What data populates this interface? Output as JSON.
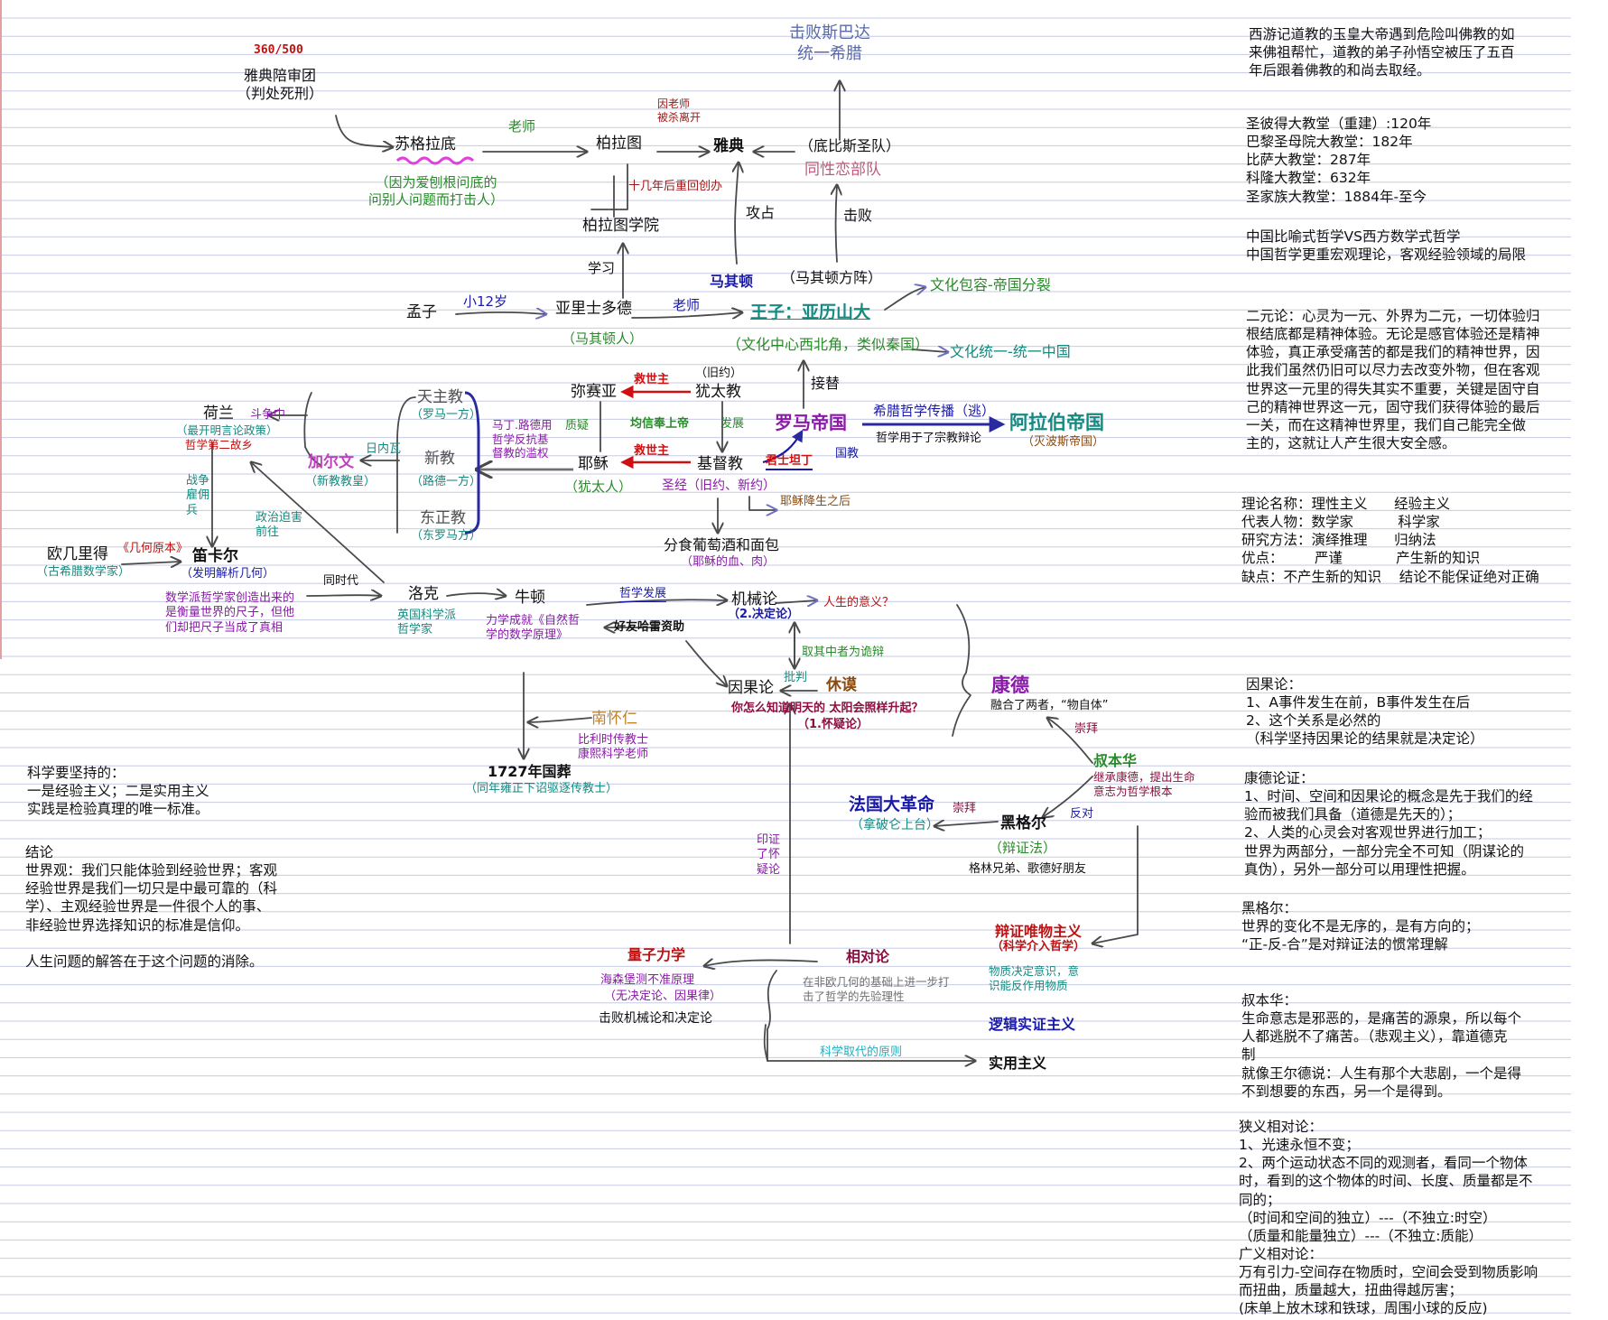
{
  "colors": {
    "ruled_line": "#c6cbe4",
    "margin_line": "#e2a0a0",
    "pen_gray": "#4a4a4a",
    "red": "#d01010",
    "dark_red": "#a01818",
    "green": "#2a8a2a",
    "teal": "#158a80",
    "blue": "#1a1aa8",
    "purple": "#8a1aa8",
    "brown": "#8a4a10",
    "pink": "#c0306a"
  },
  "diagram": {
    "score": "360/500",
    "athens_jury": "雅典陪审团\n（判处死刑）",
    "socrates": "苏格拉底",
    "socrates_reason": "（因为爱刨根问底的\n问别人问题而打击人）",
    "label_teacher_1": "老师",
    "plato": "柏拉图",
    "athens": "雅典",
    "plato_left_note": "因老师\n被杀离开",
    "plato_return_note": "十几年后重回创办",
    "plato_academy": "柏拉图学院",
    "defeat_sparta": "击败斯巴达\n统一希腊",
    "thebes": "（底比斯圣队）",
    "sacred_band": "同性恋部队",
    "label_occupy": "攻占",
    "label_defeat": "击败",
    "label_study": "学习",
    "macedon": "马其顿",
    "phalanx": "（马其顿方阵）",
    "mencius": "孟子",
    "label_younger": "小12岁",
    "aristotle": "亚里士多德",
    "macedonian": "（马其顿人）",
    "label_teacher_2": "老师",
    "alexander": "王子：亚历山大",
    "cultural_tolerance": "文化包容-帝国分裂",
    "cultural_center": "（文化中心西北角，类似秦国）",
    "cultural_unify": "文化统一-统一中国",
    "old_testament": "（旧约）",
    "savior_1": "救世主",
    "savior_2": "救世主",
    "messiah": "弥赛亚",
    "judaism": "犹太教",
    "label_replace": "接替",
    "label_believe": "均信奉上帝",
    "label_develop": "发展",
    "label_question": "质疑",
    "jesus": "耶稣",
    "jewish": "（犹太人）",
    "christianity": "基督教",
    "constantine": "君士坦丁",
    "label_state_religion": "国教",
    "roman_empire": "罗马帝国",
    "greek_spread": "希腊哲学传播（逃）",
    "greek_usage": "哲学用于了宗教辩论",
    "arab_empire": "阿拉伯帝国",
    "byzantine": "（灭波斯帝国）",
    "bible": "圣经（旧约、新约）",
    "after_jesus": "耶稣降生之后",
    "communion": "分食葡萄酒和面包",
    "communion_note": "（耶稣的血、肉）",
    "catholic": "天主教",
    "catholic_note": "（罗马一方）",
    "protestant": "新教",
    "protestant_note": "（路德一方）",
    "orthodox": "东正教",
    "orthodox_note": "（东罗马方）",
    "luther_note": "马丁.路德用\n哲学反抗基\n督教的滥权",
    "netherlands": "荷兰",
    "netherlands_note": "（最开明言论政策）",
    "netherlands_note2": "哲学第二故乡",
    "label_struggle": "斗争中",
    "calvin": "加尔文",
    "calvin_note": "（新教教皇）",
    "label_sun": "日内瓦",
    "war_mercenary": "战争\n雇佣\n兵",
    "political": "政治迫害\n前往",
    "euclid": "欧几里得",
    "euclid_note": "（古希腊数学家）",
    "elements": "《几何原本》",
    "descartes": "笛卡尔",
    "descartes_note": "（发明解析几何）",
    "label_same_time": "同时代",
    "math_school_note": "数学派哲学家创造出来的\n是衡量世界的尺子，但他\n们却把尺子当成了真相",
    "locke": "洛克",
    "locke_note": "英国科学派\n哲学家",
    "newton": "牛顿",
    "newton_note": "力学成就《自然哲\n学的数学原理》",
    "halley": "好友哈雷资助",
    "label_science_dev": "哲学发展",
    "mechanism": "机械论",
    "mechanism_note": "（2.决定论）",
    "meaning_of_life": "人生的意义？",
    "compromise": "取其中者为诡辩",
    "label_criticize": "批判",
    "causality": "因果论",
    "hume": "休谟",
    "hume_question": "你怎么知道明天的 太阳会照样升起？",
    "hume_note": "（1.怀疑论）",
    "kant": "康德",
    "kant_note": "融合了两者，“物自体”",
    "nan_huairen": "南怀仁",
    "nan_note": "比利时传教士\n康熙科学老师",
    "burial": "1727年国葬",
    "burial_note": "（同年雍正下诏驱逐传教士）",
    "schopenhauer": "叔本华",
    "schopenhauer_note": "继承康德，提出生命\n意志为哲学根本",
    "label_worship_1": "崇拜",
    "french_revolution": "法国大革命",
    "napoleon": "（拿破仑上台）",
    "label_worship_2": "崇拜",
    "hegel": "黑格尔",
    "label_oppose": "反对",
    "dialectic": "（辩证法）",
    "grimm": "格林兄弟、歌德好朋友",
    "verify_doubt": "印证\n了怀\n疑论",
    "quantum": "量子力学",
    "heisenberg": "海森堡测不准原理",
    "no_determinism": "（无决定论、因果律）",
    "defeat_mechanism": "击败机械论和决定论",
    "relativity": "相对论",
    "relativity_note": "在非欧几何的基础上进一步打\n击了哲学的先验理性",
    "dialectical_materialism": "辩证唯物主义",
    "science_philosophy": "（科学介入哲学）",
    "materialism_note": "物质决定意识，意\n识能反作用物质",
    "logical_positivism": "逻辑实证主义",
    "science_principle": "科学取代的原则",
    "pragmatism": "实用主义"
  },
  "notes": {
    "journey_west": "西游记道教的玉皇大帝遇到危险叫佛教的如\n来佛祖帮忙，道教的弟子孙悟空被压了五百\n年后跟着佛教的和尚去取经。",
    "cathedrals": "圣彼得大教堂（重建）:120年\n巴黎圣母院大教堂：182年\n比萨大教堂：287年\n科隆大教堂：632年\n圣家族大教堂：1884年-至今",
    "china_philosophy": "中国比喻式哲学VS西方数学式哲学\n中国哲学更重宏观理论，客观经验领域的局限",
    "dualism": "二元论：心灵为一元、外界为二元，一切体验归\n根结底都是精神体验。无论是感官体验还是精神\n体验，真正承受痛苦的都是我们的精神世界，因\n此我们虽然仍旧可以尽力去改变外物，但在客观\n世界这一元里的得失其实不重要，关键是固守自\n己的精神世界这一元，固守我们获得体验的最后\n一关，而在这精神世界里，我们自己能完全做\n主的，这就让人产生很大安全感。",
    "theory_table": "理论名称：理性主义      经验主义\n代表人物：数学家          科学家\n研究方法：演绎推理      归纳法\n优点：       严谨            产生新的知识\n缺点：不产生新的知识    结论不能保证绝对正确",
    "causality": "因果论：\n1、A事件发生在前，B事件发生在后\n2、这个关系是必然的\n（科学坚持因果论的结果就是决定论）",
    "kant_argument": "康德论证：\n1、时间、空间和因果论的概念是先于我们的经\n验而被我们具备（道德是先天的）；\n2、人类的心灵会对客观世界进行加工；\n世界为两部分，一部分完全不可知（阴谋论的\n真伪），另外一部分可以用理性把握。",
    "hegel": "黑格尔：\n世界的变化不是无序的，是有方向的；\n“正-反-合”是对辩证法的惯常理解",
    "schopenhauer": "叔本华：\n生命意志是邪恶的，是痛苦的源泉，所以每个\n人都逃脱不了痛苦。（悲观主义），靠道德克\n制\n就像王尔德说：人生有那个大悲剧，一个是得\n不到想要的东西，另一个是得到。",
    "relativity": "狭义相对论：\n1、光速永恒不变；\n2、两个运动状态不同的观测者，看同一个物体\n时，看到的这个物体的时间、长度、质量都是不\n同的；\n（时间和空间的独立）---（不独立:时空）\n（质量和能量独立）---（不独立:质能）\n广义相对论：\n万有引力-空间存在物质时，空间会受到物质影响\n而扭曲，质量越大，扭曲得越厉害；\n(床单上放木球和铁球，周围小球的反应)",
    "science_left": "科学要坚持的：\n一是经验主义；二是实用主义\n实践是检验真理的唯一标准。",
    "conclusion": "结论\n世界观：我们只能体验到经验世界；客观\n经验世界是我们一切只是中最可靠的（科\n学）、主观经验世界是一件很个人的事、\n非经验世界选择知识的标准是信仰。\n\n人生问题的解答在于这个问题的消除。"
  }
}
